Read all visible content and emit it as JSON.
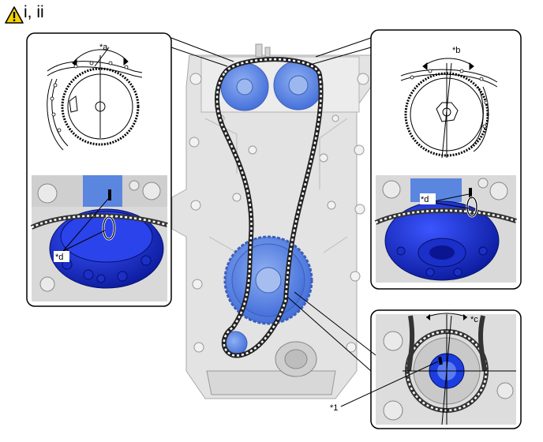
{
  "header": {
    "text": "i, ii"
  },
  "icons": {
    "warning": "warning-triangle-icon"
  },
  "colors": {
    "accent_blue": "#1a2fd0",
    "light_blue": "#5b86e0",
    "engine_gray": "#dcdcdc",
    "warning_yellow": "#f5d300"
  },
  "labels": {
    "a": "*a",
    "b": "*b",
    "c": "*c",
    "d_left": "*d",
    "d_right": "*d",
    "one": "*1"
  }
}
